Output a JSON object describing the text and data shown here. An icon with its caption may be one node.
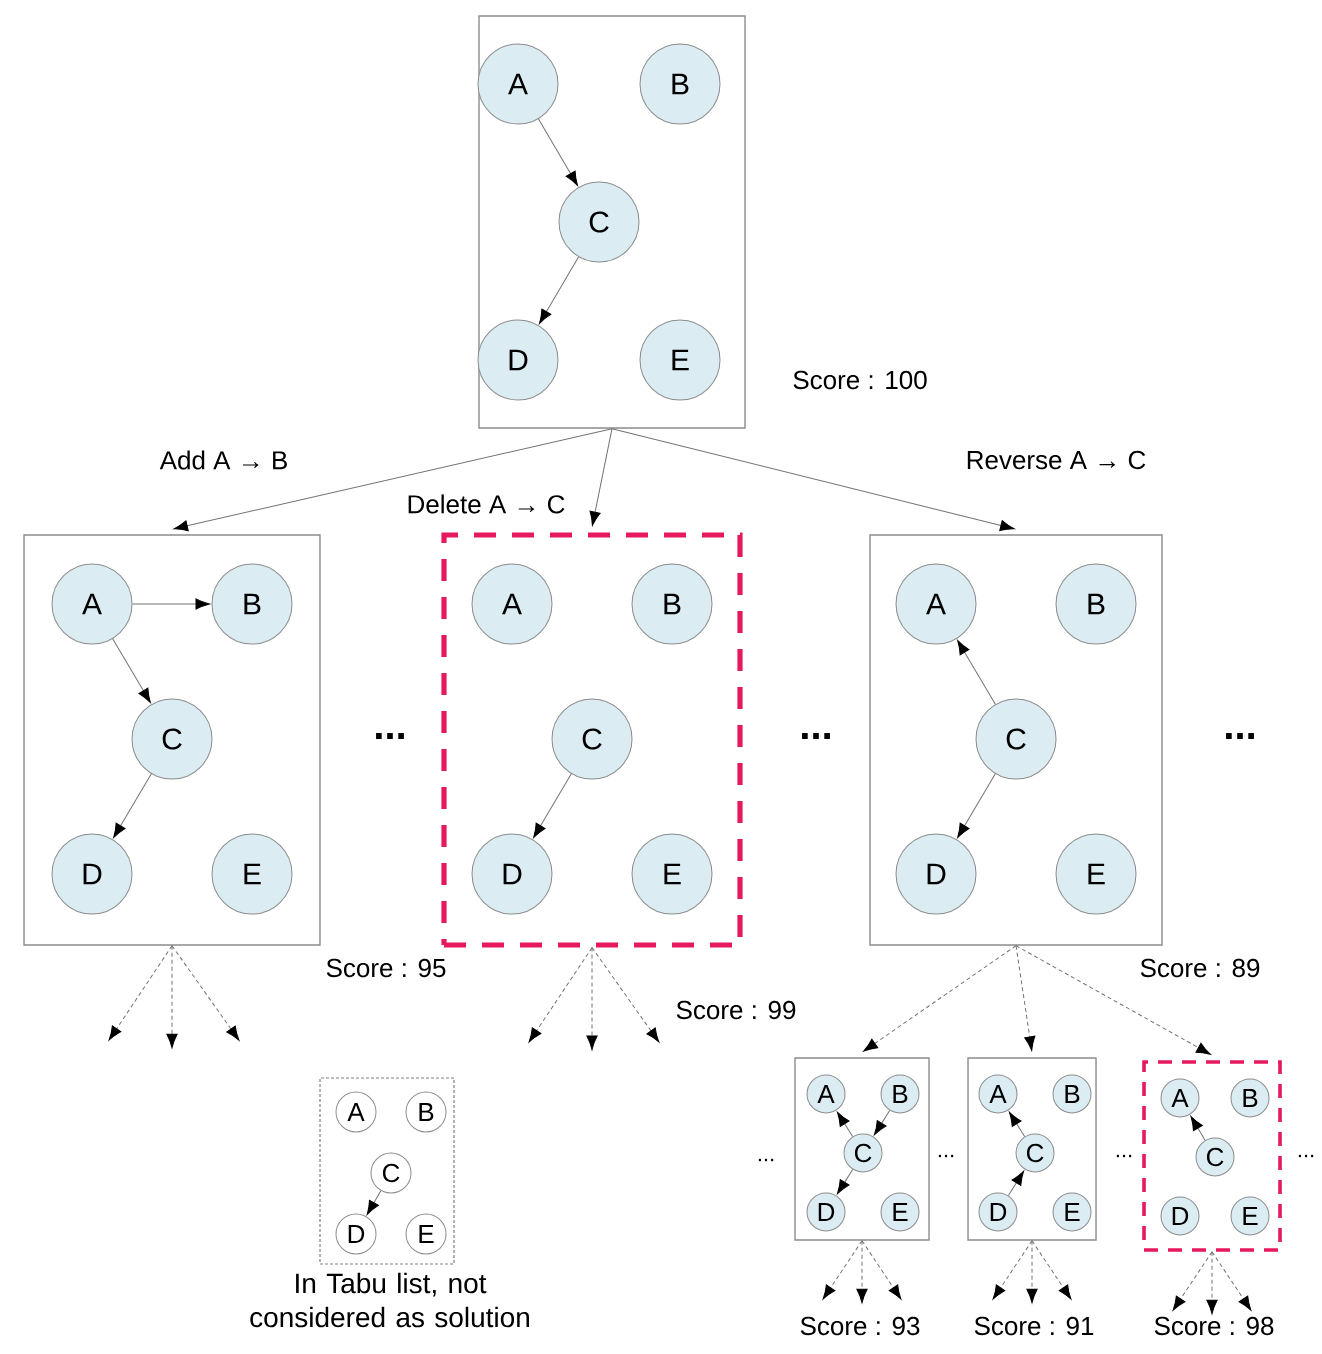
{
  "diagram": {
    "nodes": [
      {
        "text": [],
        "shape": "box",
        "beside": [
          "Score : 100"
        ]
      },
      {
        "text": [
          "A"
        ],
        "in": 0
      },
      {
        "text": [
          "B"
        ],
        "in": 0
      },
      {
        "text": [
          "C"
        ],
        "in": 0
      },
      {
        "text": [
          "D"
        ],
        "in": 0
      },
      {
        "text": [
          "E"
        ],
        "in": 0
      },
      {
        "text": [],
        "shape": "box",
        "beside": [
          "Score : 95"
        ]
      },
      {
        "text": [
          "A"
        ],
        "in": 6
      },
      {
        "text": [
          "B"
        ],
        "in": 6
      },
      {
        "text": [
          "C"
        ],
        "in": 6
      },
      {
        "text": [
          "D"
        ],
        "in": 6
      },
      {
        "text": [
          "E"
        ],
        "in": 6
      },
      {
        "text": [],
        "shape": "box",
        "beside": [
          "Score : 99"
        ]
      },
      {
        "text": [
          "A"
        ],
        "in": 12
      },
      {
        "text": [
          "B"
        ],
        "in": 12
      },
      {
        "text": [
          "C"
        ],
        "in": 12
      },
      {
        "text": [
          "D"
        ],
        "in": 12
      },
      {
        "text": [
          "E"
        ],
        "in": 12
      },
      {
        "text": [],
        "shape": "box",
        "beside": [
          "Score : 89"
        ]
      },
      {
        "text": [
          "A"
        ],
        "in": 18
      },
      {
        "text": [
          "B"
        ],
        "in": 18
      },
      {
        "text": [
          "C"
        ],
        "in": 18
      },
      {
        "text": [
          "D"
        ],
        "in": 18
      },
      {
        "text": [
          "E"
        ],
        "in": 18
      },
      {
        "text": [],
        "shape": "box",
        "beside": [
          "In Tabu list, not considered as solution"
        ]
      },
      {
        "text": [
          "A"
        ],
        "in": 24
      },
      {
        "text": [
          "B"
        ],
        "in": 24
      },
      {
        "text": [
          "C"
        ],
        "in": 24
      },
      {
        "text": [
          "D"
        ],
        "in": 24
      },
      {
        "text": [
          "E"
        ],
        "in": 24
      },
      {
        "text": [],
        "shape": "box",
        "beside": [
          "Score : 93"
        ]
      },
      {
        "text": [
          "A"
        ],
        "in": 30
      },
      {
        "text": [
          "B"
        ],
        "in": 30
      },
      {
        "text": [
          "C"
        ],
        "in": 30
      },
      {
        "text": [
          "D"
        ],
        "in": 30
      },
      {
        "text": [
          "E"
        ],
        "in": 30
      },
      {
        "text": [],
        "shape": "box",
        "beside": [
          "Score : 91"
        ]
      },
      {
        "text": [
          "A"
        ],
        "in": 36
      },
      {
        "text": [
          "B"
        ],
        "in": 36
      },
      {
        "text": [
          "C"
        ],
        "in": 36
      },
      {
        "text": [
          "D"
        ],
        "in": 36
      },
      {
        "text": [
          "E"
        ],
        "in": 36
      },
      {
        "text": [],
        "shape": "box",
        "beside": [
          "Score : 98"
        ]
      },
      {
        "text": [
          "A"
        ],
        "in": 42
      },
      {
        "text": [
          "B"
        ],
        "in": 42
      },
      {
        "text": [
          "C"
        ],
        "in": 42
      },
      {
        "text": [
          "D"
        ],
        "in": 42
      },
      {
        "text": [
          "E"
        ],
        "in": 42
      }
    ],
    "edges": [
      {
        "from": 0,
        "to": 6,
        "arrow": "to",
        "label": "Add A → B"
      },
      {
        "from": 0,
        "to": 12,
        "arrow": "to",
        "label": "Delete A → C"
      },
      {
        "from": 0,
        "to": 18,
        "arrow": "to",
        "label": "Reverse A → C"
      },
      {
        "from": 18,
        "to": 30,
        "arrow": "to",
        "style": "dashed"
      },
      {
        "from": 18,
        "to": 36,
        "arrow": "to",
        "style": "dashed"
      },
      {
        "from": 18,
        "to": 42,
        "arrow": "to",
        "style": "dashed"
      },
      {
        "from": 1,
        "to": 3,
        "arrow": "to"
      },
      {
        "from": 3,
        "to": 4,
        "arrow": "to"
      },
      {
        "from": 7,
        "to": 8,
        "arrow": "to"
      },
      {
        "from": 7,
        "to": 9,
        "arrow": "to"
      },
      {
        "from": 9,
        "to": 10,
        "arrow": "to"
      },
      {
        "from": 15,
        "to": 16,
        "arrow": "to"
      },
      {
        "from": 21,
        "to": 19,
        "arrow": "to"
      },
      {
        "from": 21,
        "to": 22,
        "arrow": "to"
      },
      {
        "from": 27,
        "to": 28,
        "arrow": "to"
      },
      {
        "from": 33,
        "to": 31,
        "arrow": "to"
      },
      {
        "from": 32,
        "to": 33,
        "arrow": "to"
      },
      {
        "from": 33,
        "to": 34,
        "arrow": "to"
      },
      {
        "from": 39,
        "to": 37,
        "arrow": "to"
      },
      {
        "from": 40,
        "to": 39,
        "arrow": "to"
      },
      {
        "from": 45,
        "to": 43,
        "arrow": "to"
      },
      {
        "from": 6,
        "to": null,
        "arrow": "to",
        "style": "dashed"
      },
      {
        "from": 6,
        "to": null,
        "arrow": "to",
        "style": "dashed"
      },
      {
        "from": 6,
        "to": null,
        "arrow": "to",
        "style": "dashed"
      },
      {
        "from": 12,
        "to": null,
        "arrow": "to",
        "style": "dashed"
      },
      {
        "from": 12,
        "to": null,
        "arrow": "to",
        "style": "dashed"
      },
      {
        "from": 12,
        "to": null,
        "arrow": "to",
        "style": "dashed"
      },
      {
        "from": 30,
        "to": null,
        "arrow": "to",
        "style": "dashed"
      },
      {
        "from": 30,
        "to": null,
        "arrow": "to",
        "style": "dashed"
      },
      {
        "from": 30,
        "to": null,
        "arrow": "to",
        "style": "dashed"
      },
      {
        "from": 36,
        "to": null,
        "arrow": "to",
        "style": "dashed"
      },
      {
        "from": 36,
        "to": null,
        "arrow": "to",
        "style": "dashed"
      },
      {
        "from": 36,
        "to": null,
        "arrow": "to",
        "style": "dashed"
      },
      {
        "from": 42,
        "to": null,
        "arrow": "to",
        "style": "dashed"
      },
      {
        "from": 42,
        "to": null,
        "arrow": "to",
        "style": "dashed"
      },
      {
        "from": 42,
        "to": null,
        "arrow": "to",
        "style": "dashed"
      }
    ],
    "labels": [
      "...",
      "...",
      "...",
      "...",
      "...",
      "...",
      "..."
    ]
  }
}
